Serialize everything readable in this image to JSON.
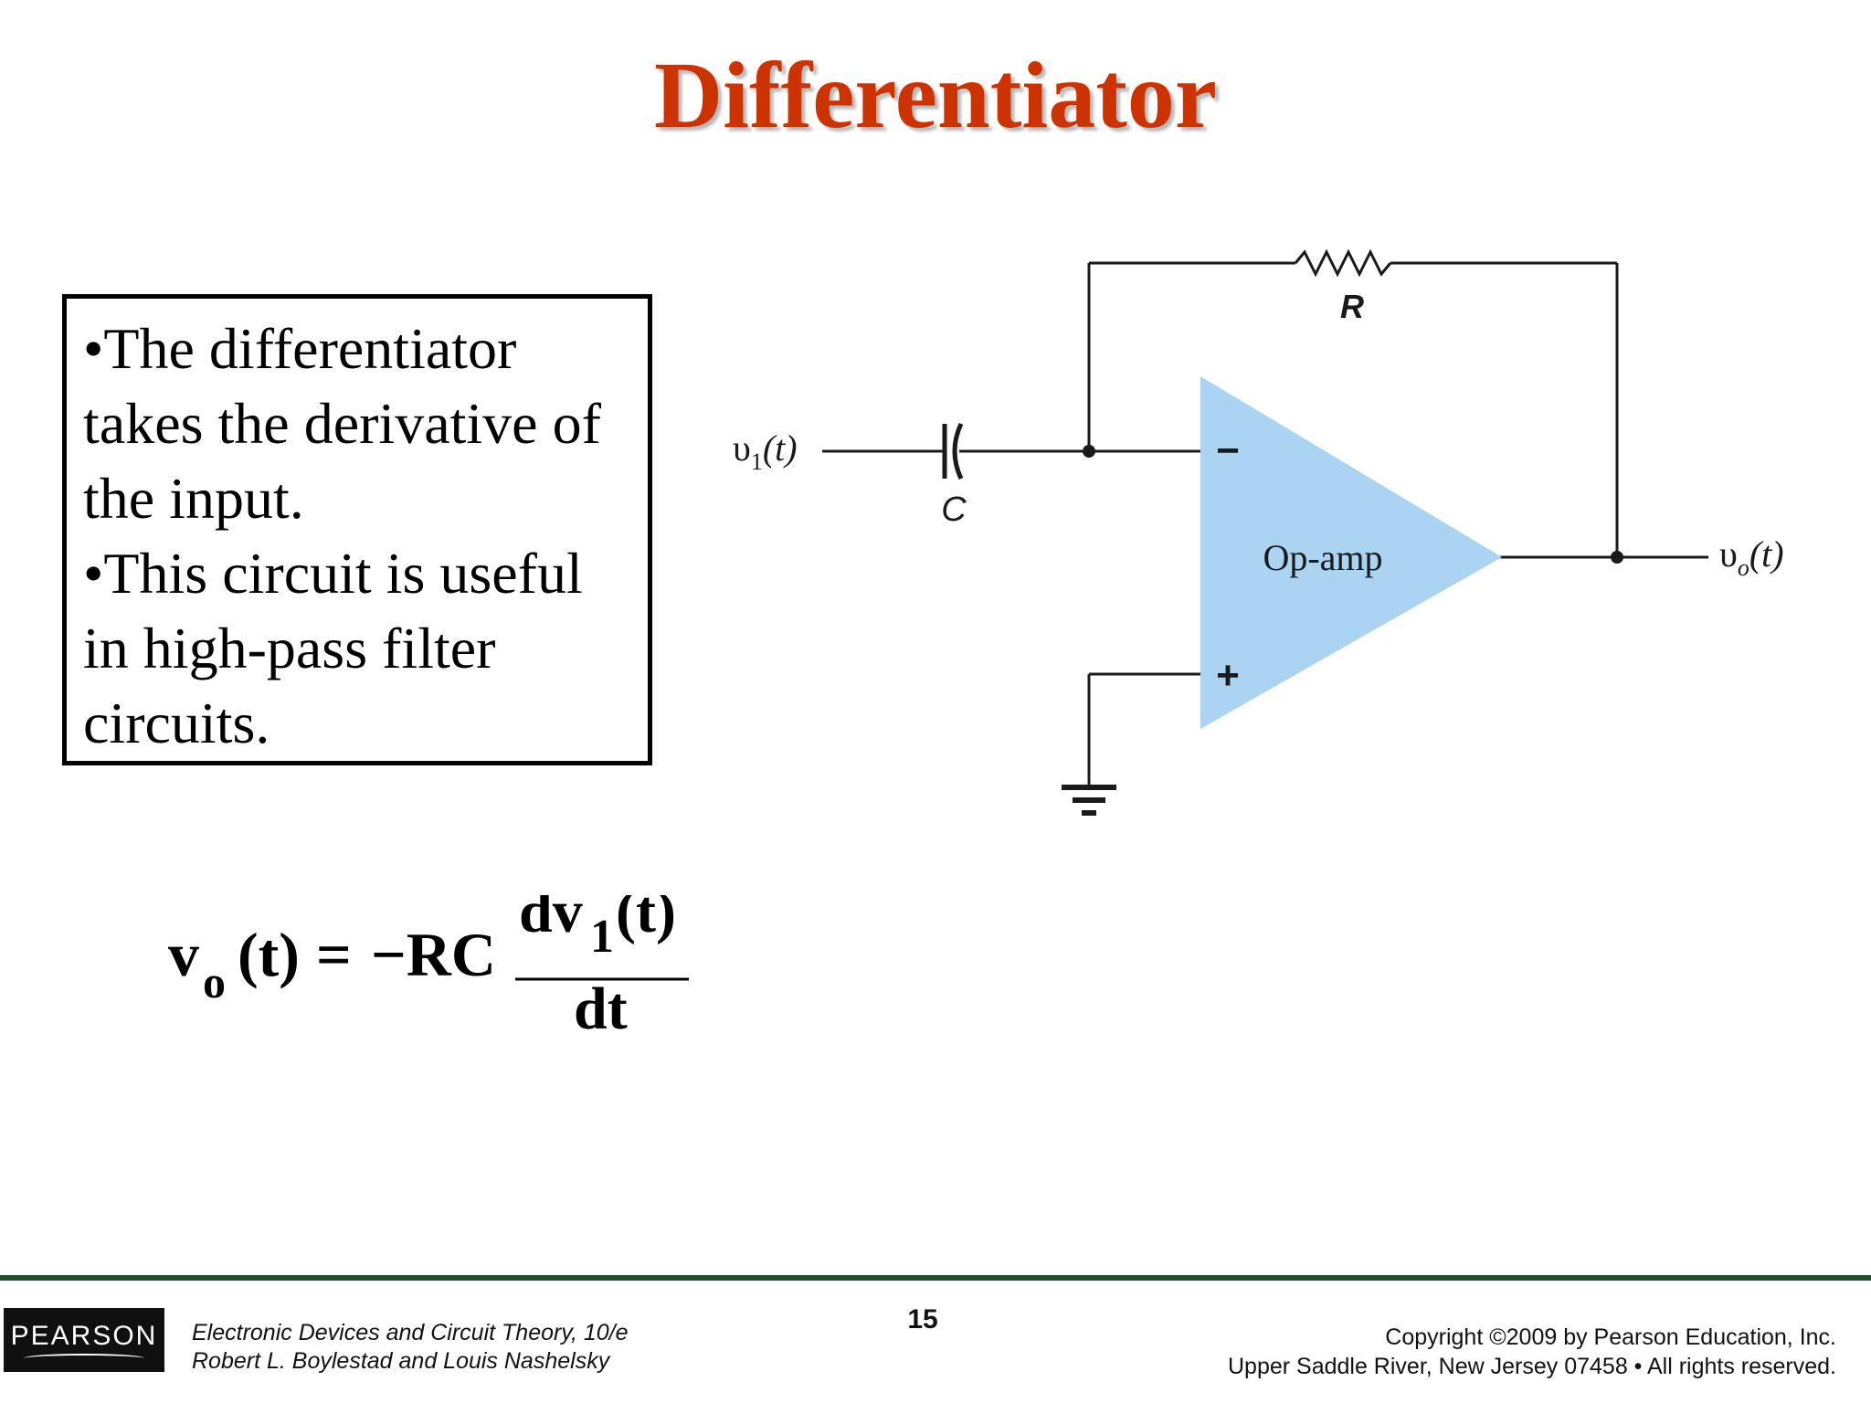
{
  "slide": {
    "title": "Differentiator",
    "bullets": [
      "•The differentiator takes the derivative of the input.",
      "•This circuit is useful in high-pass filter circuits."
    ]
  },
  "circuit": {
    "input_label": "υ",
    "input_subscript": "1",
    "input_arg": "(t)",
    "output_label": "υ",
    "output_subscript": "o",
    "output_arg": "(t)",
    "resistor_label": "R",
    "capacitor_label": "C",
    "opamp_label": "Op-amp",
    "minus_sign": "−",
    "plus_sign": "+",
    "opamp_fill": "#aad4f2"
  },
  "equation": {
    "lhs_v": "v",
    "lhs_sub": "o",
    "lhs_arg": "(t)",
    "equals": "=",
    "coefficient": "−RC",
    "numerator_d": "dv",
    "numerator_sub": "1",
    "numerator_arg": "(t)",
    "denominator": "dt"
  },
  "footer": {
    "logo_text": "PEARSON",
    "book_title": "Electronic Devices and Circuit Theory, 10/e",
    "authors": "Robert L. Boylestad and Louis Nashelsky",
    "page_number": "15",
    "copyright_line1": "Copyright ©2009 by Pearson Education, Inc.",
    "copyright_line2": "Upper Saddle River, New Jersey 07458 • All rights reserved."
  }
}
